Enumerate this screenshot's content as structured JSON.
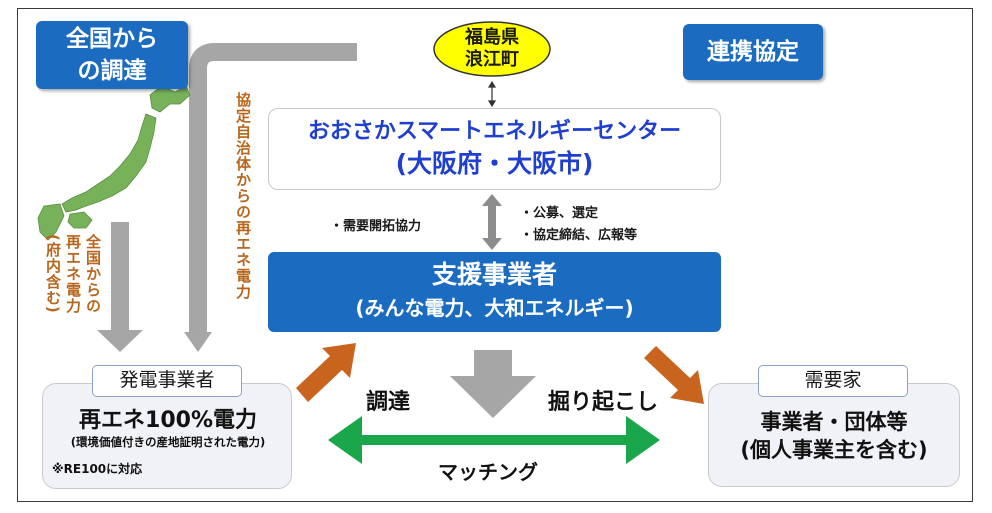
{
  "tags": {
    "procurement_nationwide": "全国から\nの調達",
    "partnership": "連携協定"
  },
  "partner_town": "福島県\n浪江町",
  "center": {
    "line1": "おおさかスマートエネルギーセンター",
    "line2": "(大阪府・大阪市)"
  },
  "notes": {
    "left": "・需要開拓協力",
    "right_1": "・公募、選定",
    "right_2": "・協定締結、広報等"
  },
  "support": {
    "line1": "支援事業者",
    "line2": "(みんな電力、大和エネルギー)"
  },
  "vertical_labels": {
    "from_partner_municipalities": "協定自治体からの再エネ電力",
    "nationwide_col1": "全国からの",
    "nationwide_col2": "再エネ電力",
    "nationwide_col3": "(府内含む)"
  },
  "generator": {
    "title": "発電事業者",
    "main": "再エネ100%電力",
    "sub": "(環境価値付きの産地証明された電力)",
    "note": "※RE100に対応"
  },
  "consumer": {
    "title": "需要家",
    "line1": "事業者・団体等",
    "line2": "(個人事業主を含む)"
  },
  "flows": {
    "procure": "調達",
    "discover": "掘り起こし",
    "matching": "マッチング"
  },
  "colors": {
    "blue": "#1b6cc1",
    "center_text": "#1f3fd0",
    "orange_arrow": "#c8641e",
    "green_arrow": "#1aa64a",
    "gray_arrow": "#a6a6a6",
    "map_green": "#77b15a",
    "town_yellow": "#ffff00"
  }
}
